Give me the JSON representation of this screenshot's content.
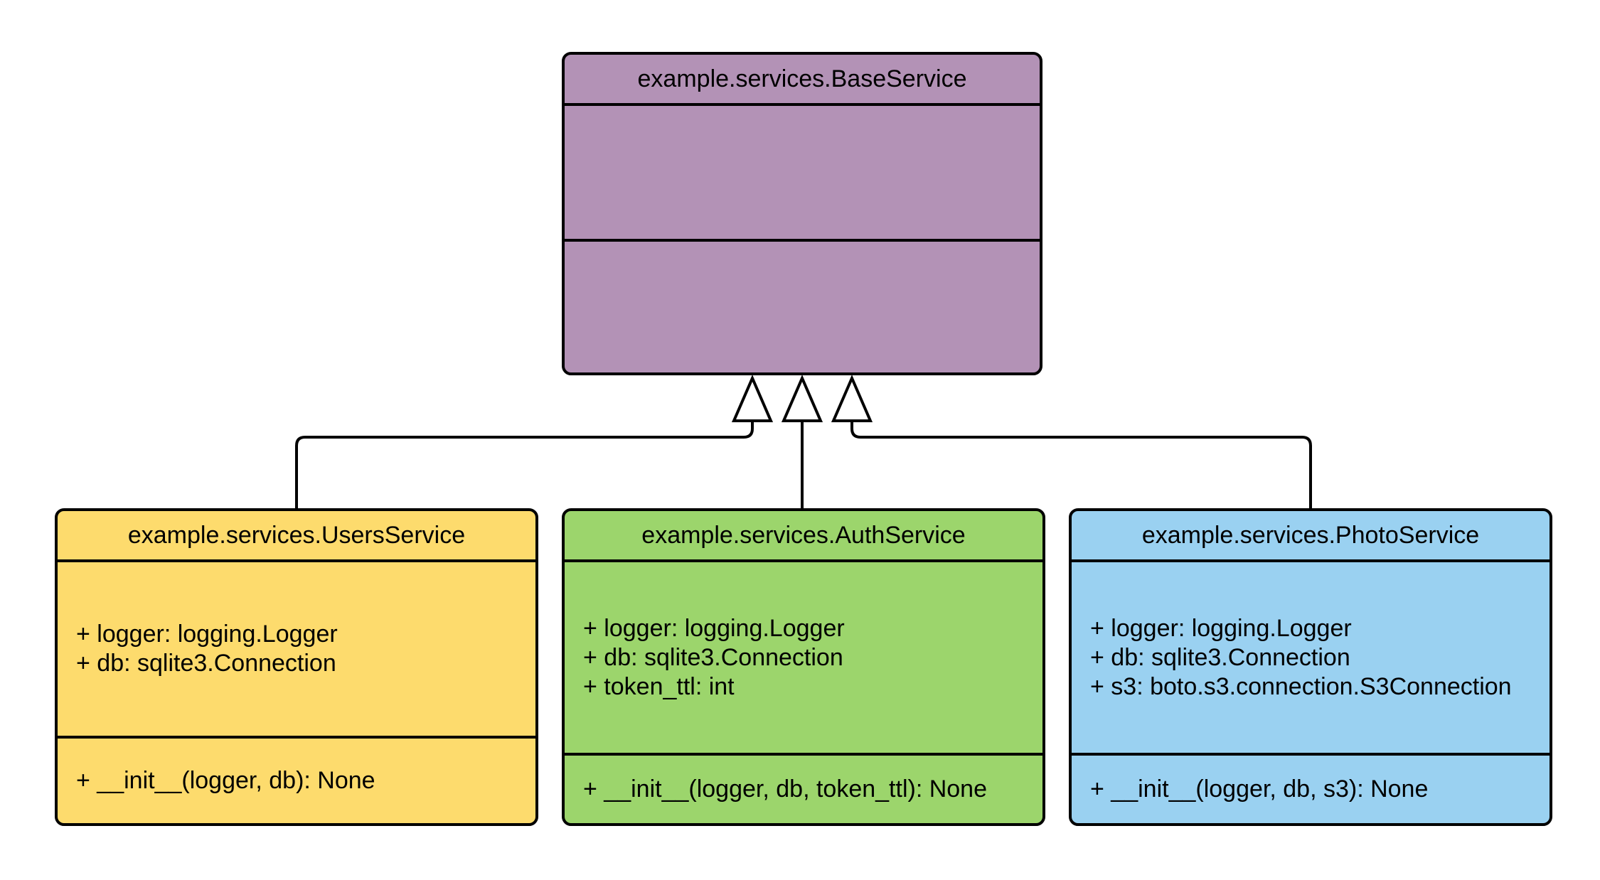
{
  "diagram": {
    "kind": "uml-class-diagram",
    "background": "#ffffff",
    "colors": {
      "border": "#000000",
      "base_fill": "#B392B6",
      "users_fill": "#FDDB6D",
      "auth_fill": "#9CD56C",
      "photo_fill": "#9AD1F1"
    },
    "classes": {
      "base": {
        "title": "example.services.BaseService",
        "attributes": [],
        "methods": []
      },
      "users": {
        "title": "example.services.UsersService",
        "attributes": [
          "+ logger: logging.Logger",
          "+ db: sqlite3.Connection"
        ],
        "methods": [
          "+ __init__(logger, db): None"
        ]
      },
      "auth": {
        "title": "example.services.AuthService",
        "attributes": [
          "+ logger: logging.Logger",
          "+ db: sqlite3.Connection",
          "+ token_ttl: int"
        ],
        "methods": [
          "+ __init__(logger, db, token_ttl): None"
        ]
      },
      "photo": {
        "title": "example.services.PhotoService",
        "attributes": [
          "+ logger: logging.Logger",
          "+ db: sqlite3.Connection",
          "+ s3: boto.s3.connection.S3Connection"
        ],
        "methods": [
          "+ __init__(logger, db, s3): None"
        ]
      }
    },
    "relations": [
      {
        "from": "example.services.UsersService",
        "to": "example.services.BaseService",
        "type": "inheritance",
        "arrow": "hollow-triangle"
      },
      {
        "from": "example.services.AuthService",
        "to": "example.services.BaseService",
        "type": "inheritance",
        "arrow": "hollow-triangle"
      },
      {
        "from": "example.services.PhotoService",
        "to": "example.services.BaseService",
        "type": "inheritance",
        "arrow": "hollow-triangle"
      }
    ]
  }
}
